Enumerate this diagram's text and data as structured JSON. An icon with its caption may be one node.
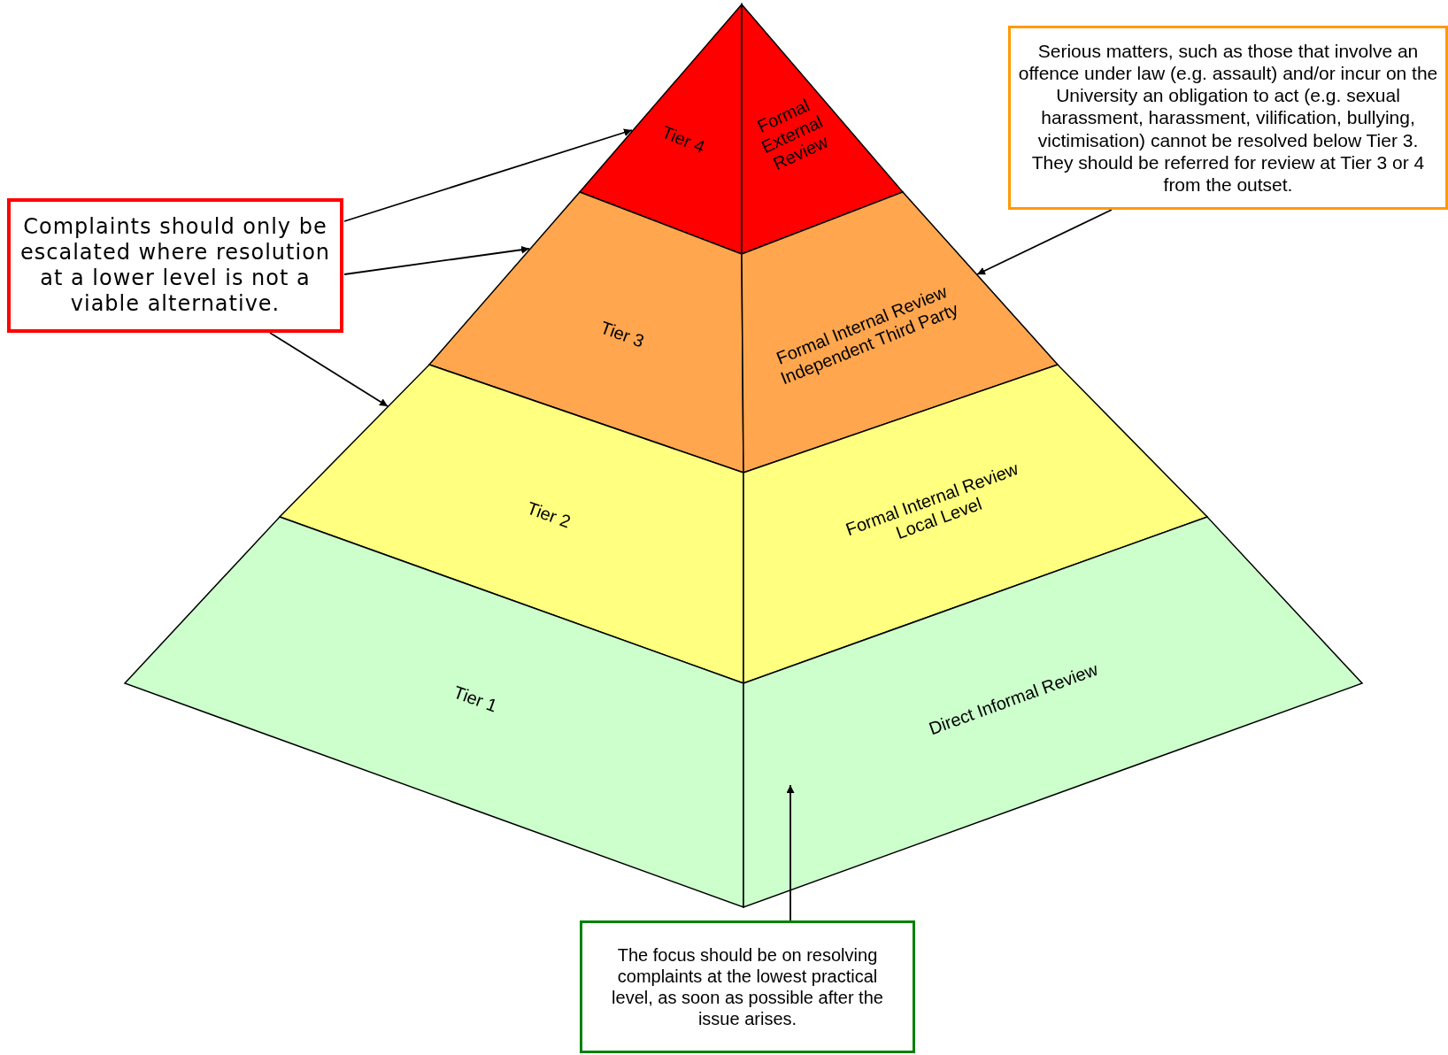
{
  "diagram": {
    "nodes": [
      {
        "text": [
          "Tier 4"
        ]
      },
      {
        "text": [
          "Formal External Review"
        ]
      },
      {
        "text": [
          "Serious matters, such as those that involve an offence under law (e.g. assault) and/or incur on the University an obligation to act (e.g. sexual harassment, harassment, vilification, bullying, victimisation) cannot be resolved below Tier 3.  They should be referred for review at Tier 3 or 4 from the outset."
        ]
      },
      {
        "text": [
          "Complaints should only be escalated where resolution at a lower level is not a viable alternative."
        ]
      },
      {
        "text": [
          "Tier 3"
        ]
      },
      {
        "text": [
          "Formal Internal Review Independent Third Party"
        ]
      },
      {
        "text": [
          "Tier 2"
        ]
      },
      {
        "text": [
          "Formal Internal Review Local Level"
        ]
      },
      {
        "text": [
          "Tier 1"
        ]
      },
      {
        "text": [
          "Direct Informal Review"
        ]
      },
      {
        "text": [
          "The focus should be on resolving complaints at the lowest practical level, as soon as possible after the issue arises."
        ]
      }
    ],
    "edges": [
      {
        "from": 3,
        "to": 0,
        "arrow": "to"
      },
      {
        "from": 3,
        "to": 4,
        "arrow": "to"
      },
      {
        "from": 3,
        "to": 6,
        "arrow": "to"
      },
      {
        "from": 2,
        "to": 5,
        "arrow": "to"
      },
      {
        "from": 10,
        "to": 9,
        "arrow": "to"
      }
    ]
  }
}
